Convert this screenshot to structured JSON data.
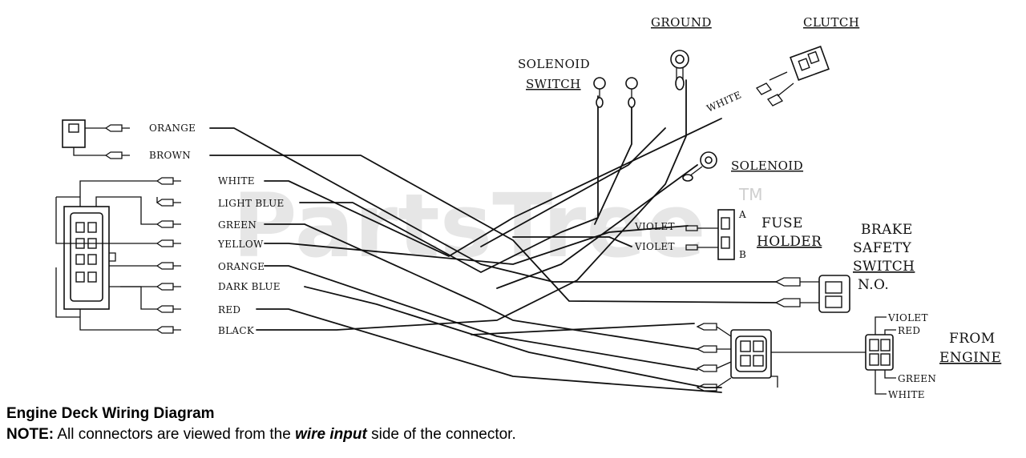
{
  "watermark": {
    "text": "PartsTree",
    "tm": "TM"
  },
  "labels": {
    "ground": "GROUND",
    "clutch": "CLUTCH",
    "solenoid_switch_line1": "SOLENOID",
    "solenoid_switch_line2": "SWITCH",
    "solenoid": "SOLENOID",
    "fuse_holder_line1": "FUSE",
    "fuse_holder_line2": "HOLDER",
    "brake_line1": "BRAKE",
    "brake_line2": "SAFETY",
    "brake_line3": "SWITCH",
    "brake_line4": "N.O.",
    "from_engine_line1": "FROM",
    "from_engine_line2": "ENGINE",
    "fuse_a": "A",
    "fuse_b": "B"
  },
  "wires": {
    "orange_top": "ORANGE",
    "brown": "BROWN",
    "white": "WHITE",
    "light_blue": "LIGHT BLUE",
    "green": "GREEN",
    "yellow": "YELLOW",
    "orange": "ORANGE",
    "dark_blue": "DARK BLUE",
    "red": "RED",
    "black": "BLACK",
    "white_clutch": "WHITE",
    "violet_1": "VIOLET",
    "violet_2": "VIOLET",
    "engine_violet": "VIOLET",
    "engine_red": "RED",
    "engine_green": "GREEN",
    "engine_white": "WHITE"
  },
  "caption": {
    "title": "Engine Deck Wiring Diagram",
    "note_label": "NOTE:",
    "note_pre": " All connectors are viewed from the ",
    "note_emph": "wire input",
    "note_post": " side of the connector."
  }
}
